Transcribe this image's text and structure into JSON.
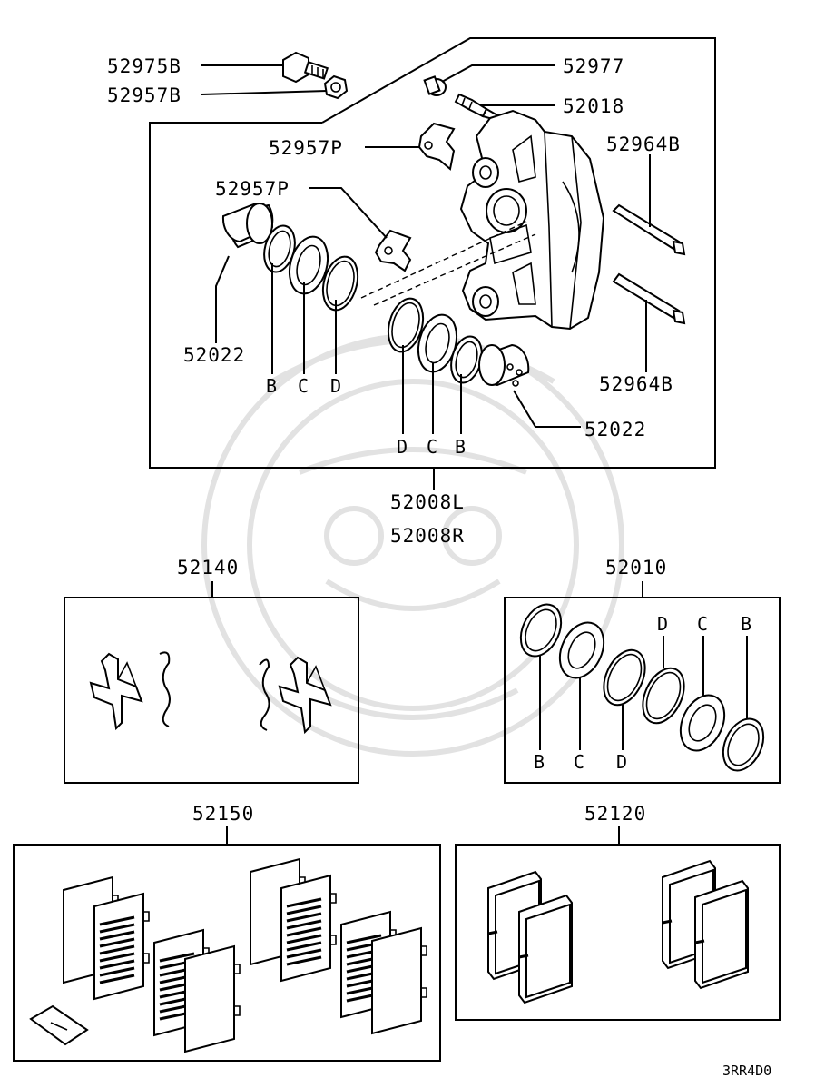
{
  "diagram": {
    "drawing_code": "3RR4D0",
    "caliper": {
      "part_numbers": {
        "bolt": "52975B",
        "nut": "52957B",
        "bleeder_cap": "52977",
        "bleeder_screw": "52018",
        "clip_upper": "52957P",
        "clip_lower": "52957P",
        "pin_upper": "52964B",
        "pin_lower": "52964B",
        "piston_left": "52022",
        "piston_right": "52022",
        "assembly_left": "52008L",
        "assembly_right": "52008R"
      },
      "seal_letters_left": [
        "B",
        "C",
        "D"
      ],
      "seal_letters_right": [
        "D",
        "C",
        "B"
      ]
    },
    "kits": {
      "spring_kit": {
        "number": "52140"
      },
      "seal_kit": {
        "number": "52010",
        "top_letters": [
          "D",
          "C",
          "B"
        ],
        "bottom_letters": [
          "B",
          "C",
          "D"
        ]
      },
      "shim_kit": {
        "number": "52150"
      },
      "pad_kit": {
        "number": "52120"
      }
    }
  }
}
